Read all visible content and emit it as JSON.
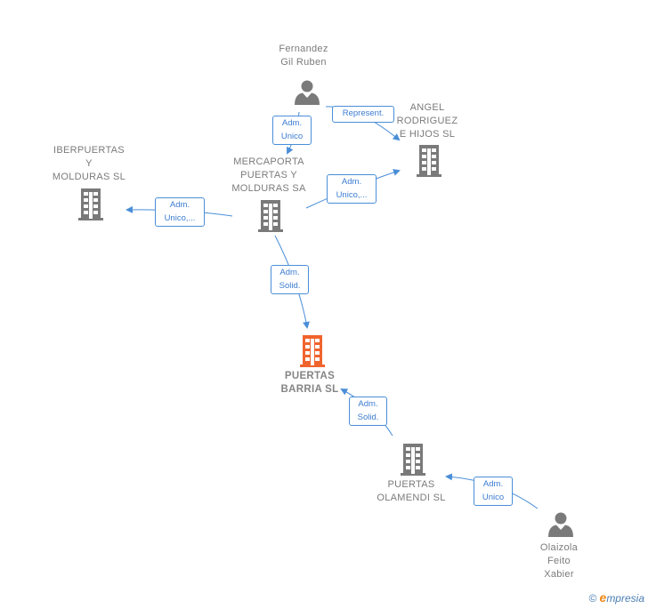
{
  "nodes": {
    "fernandez": "Fernandez\nGil Ruben",
    "angel": "ANGEL\nRODRIGUEZ\nE HIJOS SL",
    "iberpuertas": "IBERPUERTAS\nY\nMOLDURAS  SL",
    "mercaporta": "MERCAPORTA\nPUERTAS Y\nMOLDURAS SA",
    "barria": "PUERTAS\nBARRIA  SL",
    "olamendi": "PUERTAS\nOLAMENDI  SL",
    "olaizola": "Olaizola\nFeito\nXabier"
  },
  "relations": {
    "fernandez_mercaporta": "Adm.\nUnico",
    "fernandez_angel": "Represent.",
    "mercaporta_angel": "Adm.\nUnico,...",
    "mercaporta_iberpuertas": "Adm.\nUnico,...",
    "mercaporta_barria": "Adm.\nSolid.",
    "olamendi_barria": "Adm.\nSolid.",
    "olaizola_olamendi": "Adm.\nUnico"
  },
  "colors": {
    "node": "#7a7a7a",
    "main_node": "#f0642e",
    "edge": "#4a8ed8"
  },
  "brand": {
    "copyright": "©",
    "e": "e",
    "rest": "mpresia"
  }
}
